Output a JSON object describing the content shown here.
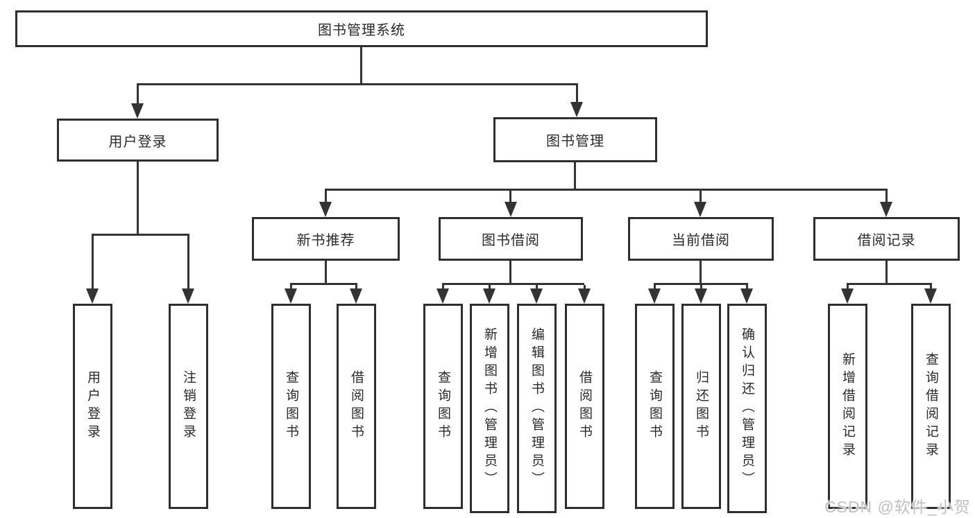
{
  "tree": {
    "root": "图书管理系统",
    "children": [
      {
        "label": "用户登录",
        "children": [
          {
            "label": "用户登录"
          },
          {
            "label": "注销登录"
          }
        ]
      },
      {
        "label": "图书管理",
        "children": [
          {
            "label": "新书推荐",
            "children": [
              {
                "label": "查询图书"
              },
              {
                "label": "借阅图书"
              }
            ]
          },
          {
            "label": "图书借阅",
            "children": [
              {
                "label": "查询图书"
              },
              {
                "label": "新增图书（管理员）"
              },
              {
                "label": "编辑图书（管理员）"
              },
              {
                "label": "借阅图书"
              }
            ]
          },
          {
            "label": "当前借阅",
            "children": [
              {
                "label": "查询图书"
              },
              {
                "label": "归还图书"
              },
              {
                "label": "确认归还（管理员）"
              }
            ]
          },
          {
            "label": "借阅记录",
            "children": [
              {
                "label": "新增借阅记录"
              },
              {
                "label": "查询借阅记录"
              }
            ]
          }
        ]
      }
    ]
  },
  "watermark": {
    "text": "CSDN @软件_小贺同学"
  },
  "colors": {
    "line": "#333333",
    "box_border": "#2e2e2e",
    "text": "#2a2a2a",
    "watermark_text": "#c0c0c0",
    "background": "#ffffff"
  }
}
